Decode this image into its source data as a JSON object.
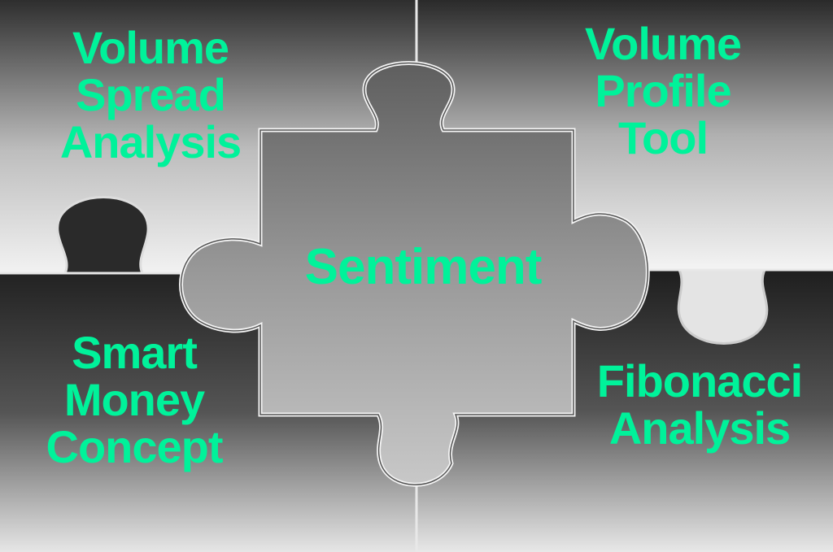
{
  "accent_color": "#00f29a",
  "center": {
    "label": "Sentiment"
  },
  "pieces": {
    "top_left": {
      "lines": [
        "Volume",
        "Spread",
        "Analysis"
      ]
    },
    "top_right": {
      "lines": [
        "Volume",
        "Profile",
        "Tool"
      ]
    },
    "bottom_left": {
      "lines": [
        "Smart",
        "Money",
        "Concept"
      ]
    },
    "bottom_right": {
      "lines": [
        "Fibonacci",
        "Analysis"
      ]
    }
  }
}
